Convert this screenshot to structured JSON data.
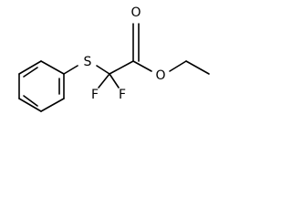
{
  "molecule": {
    "atoms": {
      "sulfur": "S",
      "fluorine_1": "F",
      "fluorine_2": "F",
      "carbonyl_oxygen": "O",
      "ester_oxygen": "O"
    }
  }
}
